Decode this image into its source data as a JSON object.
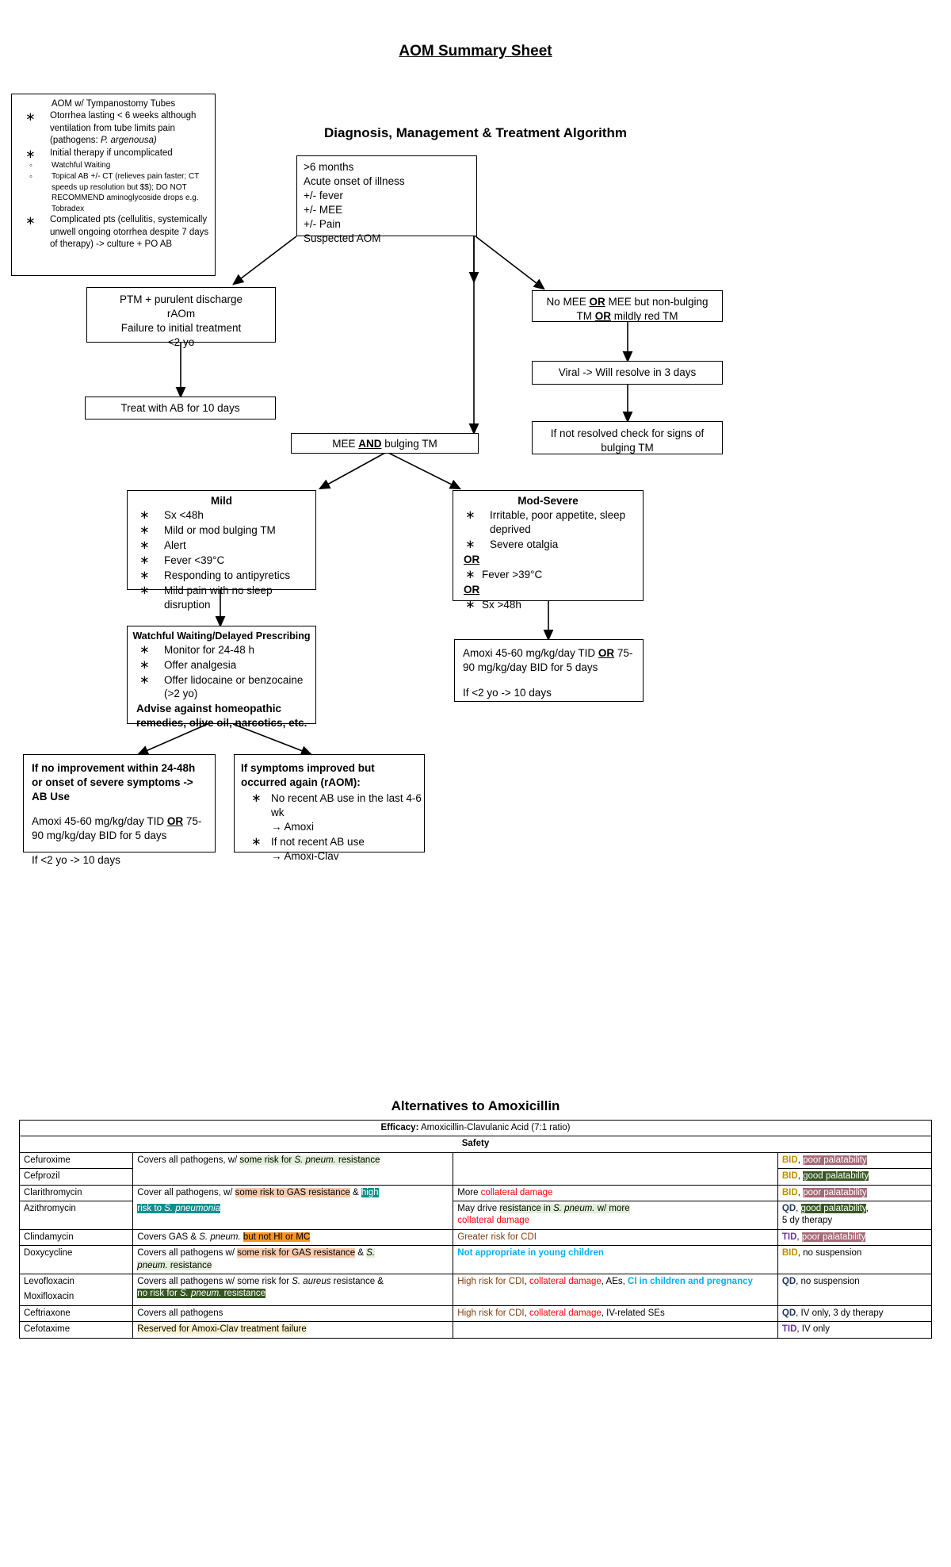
{
  "page": {
    "title": "AOM Summary Sheet",
    "algorithm_title": "Diagnosis, Management & Treatment Algorithm",
    "alternatives_title": "Alternatives to Amoxicillin"
  },
  "tubes_box": {
    "heading": "AOM w/ Tympanostomy Tubes",
    "b1_a": "Otorrhea lasting < 6 weeks although ventilation from tube limits pain (pathogens: ",
    "b1_italic": "P. argenousa)",
    "b2": "Initial therapy if uncomplicated",
    "sub1": "Watchful Waiting",
    "sub2": "Topical AB +/- CT (relieves pain faster; CT speeds up resolution but $$); DO NOT RECOMMEND aminoglycoside drops e.g. Tobradex",
    "b3": "Complicated pts (cellulitis, systemically unwell ongoing otorrhea despite 7 days of therapy) -> culture + PO AB"
  },
  "start_box": {
    "l1": ">6 months",
    "l2": "Acute onset of illness",
    "l3": "+/- fever",
    "l4": "+/- MEE",
    "l5": "+/- Pain",
    "l6": "Suspected AOM"
  },
  "left_branch": {
    "ptm_l1": "PTM + purulent discharge",
    "ptm_l2": "rAOm",
    "ptm_l3": "Failure to initial treatment",
    "ptm_l4": "<2 yo",
    "treat": "Treat with AB for 10 days"
  },
  "right_branch": {
    "no_mee_a": "No MEE ",
    "no_mee_or1": "OR",
    "no_mee_b": " MEE but non-bulging TM ",
    "no_mee_or2": "OR",
    "no_mee_c": " mildly red TM",
    "viral": "Viral -> Will resolve in 3 days",
    "not_resolved": "If not resolved check for signs of bulging TM"
  },
  "mee_node": {
    "pre": "MEE ",
    "and": "AND",
    "post": " bulging TM"
  },
  "mild": {
    "heading": "Mild",
    "items": [
      "Sx <48h",
      "Mild or mod bulging TM",
      "Alert",
      "Fever <39°C",
      "Responding to antipyretics",
      "Mild pain with no sleep disruption"
    ]
  },
  "mod_severe": {
    "heading": "Mod-Severe",
    "i1": "Irritable, poor appetite, sleep deprived",
    "i2": "Severe otalgia",
    "or1": "OR",
    "i3": "Fever >39°C",
    "or2": "OR",
    "i4": "Sx >48h"
  },
  "mod_severe_rx": {
    "l1_a": "Amoxi 45-60 mg/kg/day TID ",
    "l1_or": "OR",
    "l1_b": " 75-90 mg/kg/day BID for 5 days",
    "l2": "If <2 yo -> 10 days"
  },
  "watchful": {
    "heading": "Watchful Waiting/Delayed Prescribing",
    "items": [
      "Monitor for 24-48 h",
      "Offer analgesia",
      "Offer lidocaine or benzocaine (>2 yo)"
    ],
    "advise": "Advise against homeopathic remedies, olive oil, narcotics, etc."
  },
  "no_improvement": {
    "heading": "If no improvement within 24-48h or onset of severe symptoms -> AB Use",
    "l1_a": "Amoxi 45-60 mg/kg/day TID ",
    "l1_or": "OR",
    "l1_b": " 75-90 mg/kg/day BID for 5 days",
    "l2": "If <2 yo -> 10 days"
  },
  "improved": {
    "heading": "If symptoms improved but occurred again (rAOM):",
    "i1": "No recent AB use in the last 4-6 wk",
    "i1b": "→ Amoxi",
    "i2": "If not recent AB use",
    "i2b": "→ Amoxi-Clav"
  },
  "table": {
    "efficacy_label": "Efficacy:",
    "efficacy_text": " Amoxicillin-Clavulanic Acid (7:1 ratio)",
    "safety_header": "Safety",
    "rows": {
      "cefuroxime": "Cefuroxime",
      "cefprozil": "Cefprozil",
      "clarithromycin": "Clarithromycin",
      "azithromycin": "Azithromycin",
      "clindamycin": "Clindamycin",
      "doxycycline": "Doxycycline",
      "levofloxacin": "Levofloxacin",
      "moxifloxacin": "Moxifloxacin",
      "ceftriaxone": "Ceftriaxone",
      "cefotaxime": "Cefotaxime"
    },
    "cefuroxime_cov_a": "Covers all pathogens, w/ ",
    "cefuroxime_cov_hl1": "some risk for ",
    "cefuroxime_cov_hl_it": "S. pneum.",
    "cefuroxime_cov_hl2": " resistance",
    "cefuroxime_dose": "BID",
    "cefuroxime_pal": "poor palatability",
    "cefprozil_dose": "BID",
    "cefprozil_pal": "good palatability",
    "clari_cov_a": "Cover all pathogens, w/ ",
    "clari_cov_pink": "some risk to GAS resistance",
    "clari_cov_amp": " & ",
    "clari_cov_teal1": "high",
    "clari_cov_teal2": "risk to ",
    "clari_cov_teal_it": "S. pneumonia",
    "clari_eff_a": "More ",
    "clari_eff_red": "collateral damage",
    "clari_dose": "BID",
    "clari_pal": "poor palatability",
    "azi_eff_a": "May drive ",
    "azi_eff_hl": "resistance in ",
    "azi_eff_hl_it": "S. pneum.",
    "azi_eff_hl2": " w/ more",
    "azi_eff_red": "collateral damage",
    "azi_dose": "QD",
    "azi_pal": "good palatability",
    "azi_extra": "5 dy therapy",
    "clinda_cov_a": "Covers GAS & ",
    "clinda_cov_it": "S. pneum.",
    "clinda_cov_orange": "but not HI or MC",
    "clinda_eff": "Greater risk for CDI",
    "clinda_dose": "TID",
    "clinda_pal": "poor palatability",
    "doxy_cov_a": "Covers all pathogens w/ ",
    "doxy_cov_pink": "some risk for GAS resistance",
    "doxy_cov_amp": " & ",
    "doxy_cov_g1": "S.",
    "doxy_cov_g2": "pneum.",
    "doxy_cov_g3": " resistance",
    "doxy_eff": "Not appropriate in young children",
    "doxy_dose": "BID",
    "doxy_sus": ", no suspension",
    "levo_cov_a": "Covers all pathogens w/ some risk for ",
    "levo_cov_it": "S. aureus",
    "levo_cov_b": " resistance &",
    "levo_cov_dk1": "no risk for ",
    "levo_cov_dk_it": "S. pneum.",
    "levo_cov_dk2": " resistance",
    "levo_eff_brown": "High risk for CDI",
    "levo_eff_red": "collateral damage",
    "levo_eff_aes": ", AEs, ",
    "levo_eff_cyan": "CI in children and pregnancy",
    "levo_dose": "QD",
    "levo_sus": ", no suspension",
    "ceftri_cov": "Covers all pathogens",
    "ceftri_eff_brown": "High risk for CDI",
    "ceftri_eff_red": "collateral damage",
    "ceftri_eff_tail": ", IV-related SEs",
    "ceftri_dose": "QD",
    "ceftri_tail": ", IV only, 3 dy therapy",
    "cefo_cov": "Reserved for Amoxi-Clav treatment failure",
    "cefo_dose": "TID",
    "cefo_tail": ", IV only"
  },
  "colors": {
    "light_green": "#e2efd9",
    "pink": "#f8cbad",
    "teal": "#138d8e",
    "dark_green": "#375623",
    "orange": "#f79521",
    "mauve": "#a56a78",
    "cream": "#fdf3ce",
    "red": "#ff0000",
    "brown": "#833c09",
    "cyan": "#00b0f0",
    "gold": "#bf9000",
    "navy": "#203864",
    "purple": "#7030a0"
  }
}
